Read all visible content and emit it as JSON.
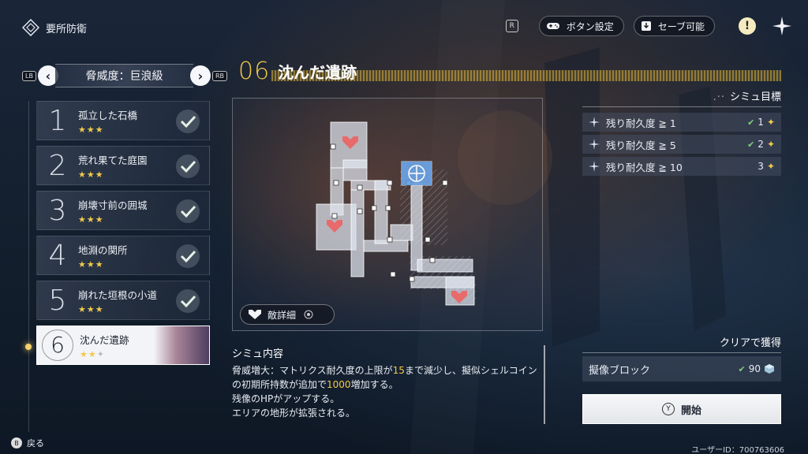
{
  "header": {
    "title": "要所防衛",
    "r_key": "R",
    "button_settings": "ボタン設定",
    "save_possible": "セーブ可能",
    "warn": "!"
  },
  "threat": {
    "lb": "LB",
    "rb": "RB",
    "label": "脅威度：巨浪級",
    "prev": "‹",
    "next": "›"
  },
  "stages": [
    {
      "num": "1",
      "name": "孤立した石橋",
      "stars": "★★★"
    },
    {
      "num": "2",
      "name": "荒れ果てた庭園",
      "stars": "★★★"
    },
    {
      "num": "3",
      "name": "崩壊寸前の囲城",
      "stars": "★★★"
    },
    {
      "num": "4",
      "name": "地淵の関所",
      "stars": "★★★"
    },
    {
      "num": "5",
      "name": "崩れた垣根の小道",
      "stars": "★★★"
    },
    {
      "num": "6",
      "name": "沈んだ遺跡",
      "stars_gold": "★★",
      "stars_gray": "✦"
    }
  ],
  "selected": {
    "num": "06",
    "name": "沈んだ遺跡"
  },
  "map": {
    "enemy_details": "敵詳細"
  },
  "sim": {
    "heading": "シミュ内容",
    "line1_a": "脅威増大：マトリクス耐久度の上限が",
    "line1_hl": "15",
    "line1_b": "まで減少し、擬似シェルコインの初期所持数が追加で",
    "line1_hl2": "1000",
    "line1_c": "増加する。",
    "line2": "残像のHPがアップする。",
    "line3": "エリアの地形が拡張される。"
  },
  "goals": {
    "heading": "シミュ目標",
    "items": [
      {
        "label": "残り耐久度 ≧ 1",
        "reward": "1",
        "done": true
      },
      {
        "label": "残り耐久度 ≧ 5",
        "reward": "2",
        "done": true
      },
      {
        "label": "残り耐久度 ≧ 10",
        "reward": "3",
        "done": false
      }
    ]
  },
  "clear": {
    "heading": "クリアで獲得",
    "reward_label": "擬像ブロック",
    "reward_value": "90"
  },
  "start": {
    "key": "Y",
    "label": "開始"
  },
  "footer": {
    "back_key": "B",
    "back_label": "戻る",
    "user_id": "ユーザーID：700763606"
  },
  "colors": {
    "accent_gold": "#f2c94c",
    "check_green": "#7ed07a",
    "enemy_red": "#e86a6a"
  }
}
